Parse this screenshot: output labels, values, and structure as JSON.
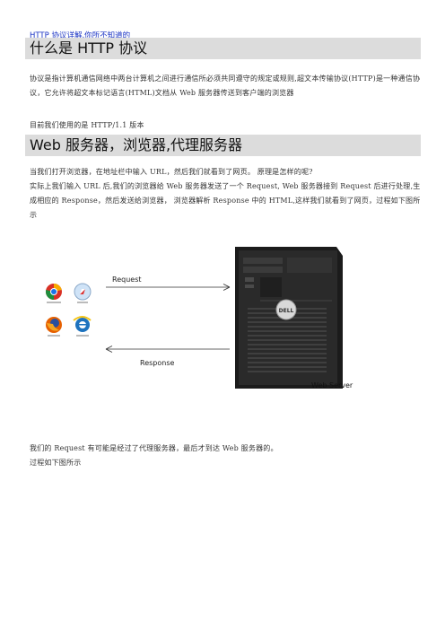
{
  "doc": {
    "top_link": "HTTP 协议详解,你所不知道的",
    "section1": {
      "heading": "什么是 HTTP 协议",
      "para": "协议是指计算机通信网络中两台计算机之间进行通信所必须共同遵守的规定或规则,超文本传输协议(HTTP)是一种通信协议，它允许将超文本标记语言(HTML)文档从 Web 服务器传送到客户端的浏览器",
      "version_line": "目前我们使用的是 HTTP/1.1 版本"
    },
    "section2": {
      "heading": "Web 服务器，浏览器,代理服务器",
      "para1": "当我们打开浏览器，在地址栏中输入 URL，然后我们就看到了网页。 原理是怎样的呢?",
      "para2": "实际上我们输入 URL 后,我们的浏览器给 Web 服务器发送了一个 Request, Web 服务器接到 Request 后进行处理,生成相应的 Response，然后发送给浏览器， 浏览器解析 Response 中的 HTML,这样我们就看到了网页，过程如下图所示"
    },
    "diagram": {
      "request_label": "Request",
      "response_label": "Response",
      "server_label": "Web Server",
      "server_brand": "DELL"
    },
    "section3": {
      "para1": "我们的 Request 有可能是经过了代理服务器，最后才到达 Web 服务器的。",
      "para2": "过程如下图所示"
    }
  }
}
